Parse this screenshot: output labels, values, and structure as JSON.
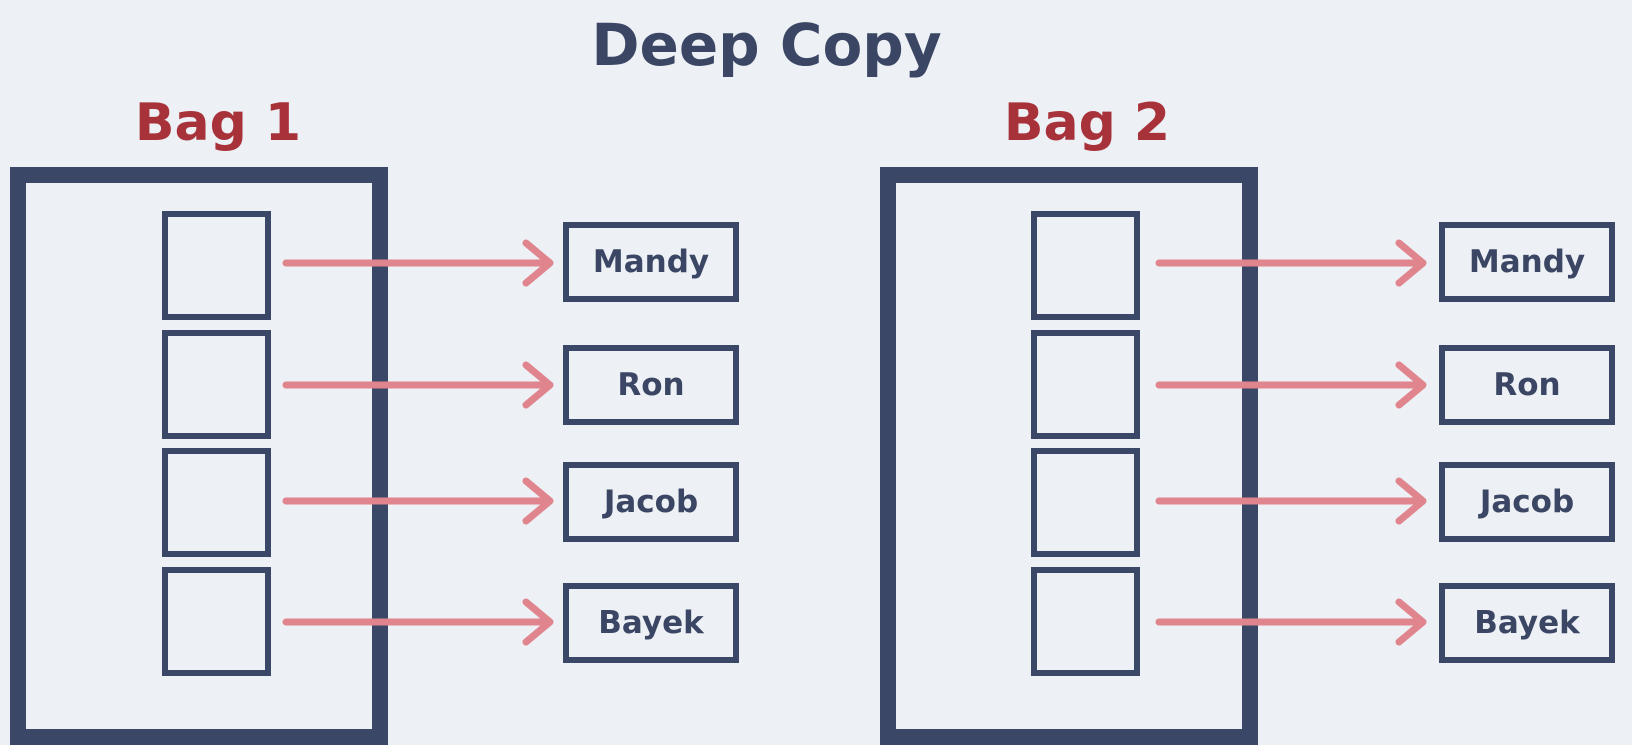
{
  "title": "Deep Copy",
  "bags": [
    {
      "label": "Bag 1",
      "items": [
        "Mandy",
        "Ron",
        "Jacob",
        "Bayek"
      ]
    },
    {
      "label": "Bag 2",
      "items": [
        "Mandy",
        "Ron",
        "Jacob",
        "Bayek"
      ]
    }
  ],
  "colors": {
    "title": "#3a4663",
    "bag_label": "#a8323a",
    "frame": "#3b4767",
    "arrow": "#e0848d",
    "background": "#edf0f5"
  }
}
